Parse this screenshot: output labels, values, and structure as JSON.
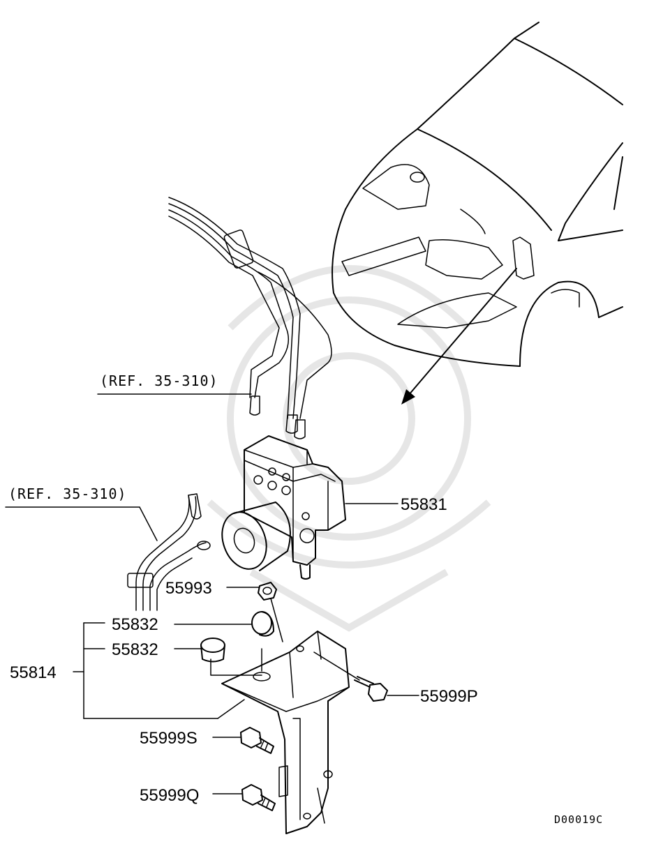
{
  "references": {
    "upper": "(REF. 35-310)",
    "left": "(REF. 35-310)"
  },
  "callouts": {
    "hydraulic_unit": "55831",
    "nut": "55993",
    "insulator_upper": "55832",
    "insulator_lower": "55832",
    "bracket_assembly": "55814",
    "bolt_p": "55999P",
    "bolt_s": "55999S",
    "bolt_q": "55999Q"
  },
  "drawing_code": "D00019C",
  "colors": {
    "line": "#000000",
    "watermark": "#e6e6e6",
    "background": "#ffffff"
  }
}
